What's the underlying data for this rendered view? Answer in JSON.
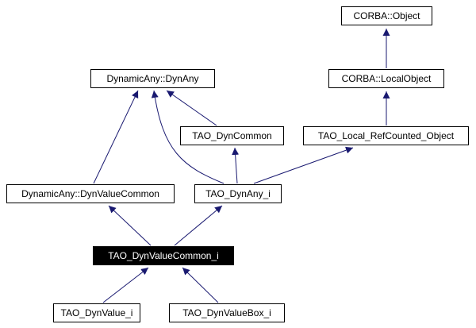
{
  "diagram": {
    "nodes": {
      "corba_object": "CORBA::Object",
      "corba_local_object": "CORBA::LocalObject",
      "dynamicany_dynany": "DynamicAny::DynAny",
      "tao_dyncommon": "TAO_DynCommon",
      "tao_local_refcounted_object": "TAO_Local_RefCounted_Object",
      "dynamicany_dynvaluecommon": "DynamicAny::DynValueCommon",
      "tao_dynany_i": "TAO_DynAny_i",
      "tao_dynvaluecommon_i": "TAO_DynValueCommon_i",
      "tao_dynvalue_i": "TAO_DynValue_i",
      "tao_dynvaluebox_i": "TAO_DynValueBox_i"
    },
    "highlighted_node": "tao_dynvaluecommon_i",
    "edges": [
      {
        "from": "corba_local_object",
        "to": "corba_object"
      },
      {
        "from": "tao_local_refcounted_object",
        "to": "corba_local_object"
      },
      {
        "from": "tao_dyncommon",
        "to": "dynamicany_dynany"
      },
      {
        "from": "dynamicany_dynvaluecommon",
        "to": "dynamicany_dynany"
      },
      {
        "from": "tao_dynany_i",
        "to": "dynamicany_dynany"
      },
      {
        "from": "tao_dynany_i",
        "to": "tao_dyncommon"
      },
      {
        "from": "tao_dynany_i",
        "to": "tao_local_refcounted_object"
      },
      {
        "from": "tao_dynvaluecommon_i",
        "to": "dynamicany_dynvaluecommon"
      },
      {
        "from": "tao_dynvaluecommon_i",
        "to": "tao_dynany_i"
      },
      {
        "from": "tao_dynvalue_i",
        "to": "tao_dynvaluecommon_i"
      },
      {
        "from": "tao_dynvaluebox_i",
        "to": "tao_dynvaluecommon_i"
      }
    ],
    "colors": {
      "edge": "#191970",
      "arrowhead": "#191970",
      "node_border": "#000000",
      "highlight_fill": "#000000",
      "highlight_text": "#ffffff"
    }
  }
}
